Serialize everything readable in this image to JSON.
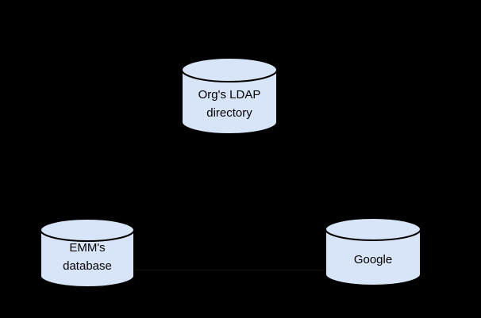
{
  "canvas": {
    "background_color": "#000000"
  },
  "diagram": {
    "node_fill_color": "#d8e4f7",
    "node_stroke_color": "#000000",
    "text_color": "#000000",
    "nodes": [
      {
        "id": "org-ldap-directory",
        "shape": "database-cylinder",
        "label_line1": "Org's LDAP",
        "label_line2": "directory",
        "position": "top-center"
      },
      {
        "id": "emm-database",
        "shape": "database-cylinder",
        "label_line1": "EMM's",
        "label_line2": "database",
        "position": "bottom-left"
      },
      {
        "id": "google",
        "shape": "database-cylinder",
        "label_line1": "Google",
        "label_line2": "",
        "position": "bottom-right"
      }
    ],
    "connections": [
      {
        "from": "emm-database",
        "to": "google",
        "shape": "horizontal-line",
        "color": "#0e0e0e",
        "note": "barely visible against black background"
      }
    ]
  }
}
